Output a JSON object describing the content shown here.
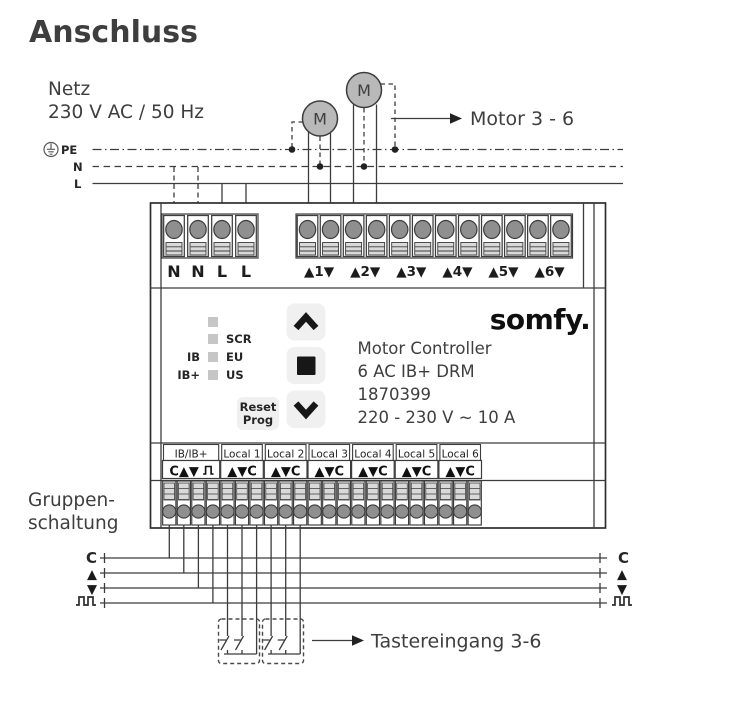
{
  "title": "Anschluss",
  "colors": {
    "title": "#1d4c63",
    "line": "#3c3c3c",
    "terminal_screw": "#8f8f8f",
    "motor_fill": "#b9b9b9",
    "led_fill": "#c6c6c6",
    "button_bg": "#f0f0f0",
    "icon_black": "#171717"
  },
  "mains": {
    "name": "Netz",
    "spec": "230 V AC / 50 Hz",
    "pe": "PE",
    "n": "N",
    "l": "L"
  },
  "motor": {
    "symbol": "M",
    "more_label": "Motor 3 - 6"
  },
  "device": {
    "brand": "somfy.",
    "product_lines": [
      "Motor Controller",
      "6 AC IB+ DRM",
      "1870399",
      "220 - 230 V ~ 10 A"
    ],
    "leds": {
      "scr": "SCR",
      "eu": "EU",
      "us": "US",
      "ib": "IB",
      "ibplus": "IB+"
    },
    "reset": {
      "line1": "Reset",
      "line2": "Prog"
    },
    "top_power_labels": [
      "N",
      "N",
      "L",
      "L"
    ],
    "top_motor_labels": [
      "▲1▼",
      "▲2▼",
      "▲3▼",
      "▲4▼",
      "▲5▼",
      "▲6▼"
    ],
    "bottom_groups": [
      {
        "name": "IB/IB+",
        "symbols": "C▲▼",
        "pulse_icon": true
      },
      {
        "name": "Local 1",
        "symbols": "▲▼C"
      },
      {
        "name": "Local 2",
        "symbols": "▲▼C"
      },
      {
        "name": "Local 3",
        "symbols": "▲▼C"
      },
      {
        "name": "Local 4",
        "symbols": "▲▼C"
      },
      {
        "name": "Local 5",
        "symbols": "▲▼C"
      },
      {
        "name": "Local 6",
        "symbols": "▲▼C"
      }
    ]
  },
  "group_bus": {
    "label1": "Gruppen-",
    "label2": "schaltung",
    "c": "C",
    "up": "▲",
    "down": "▼"
  },
  "button_input": {
    "label": "Tastereingang 3-6"
  }
}
